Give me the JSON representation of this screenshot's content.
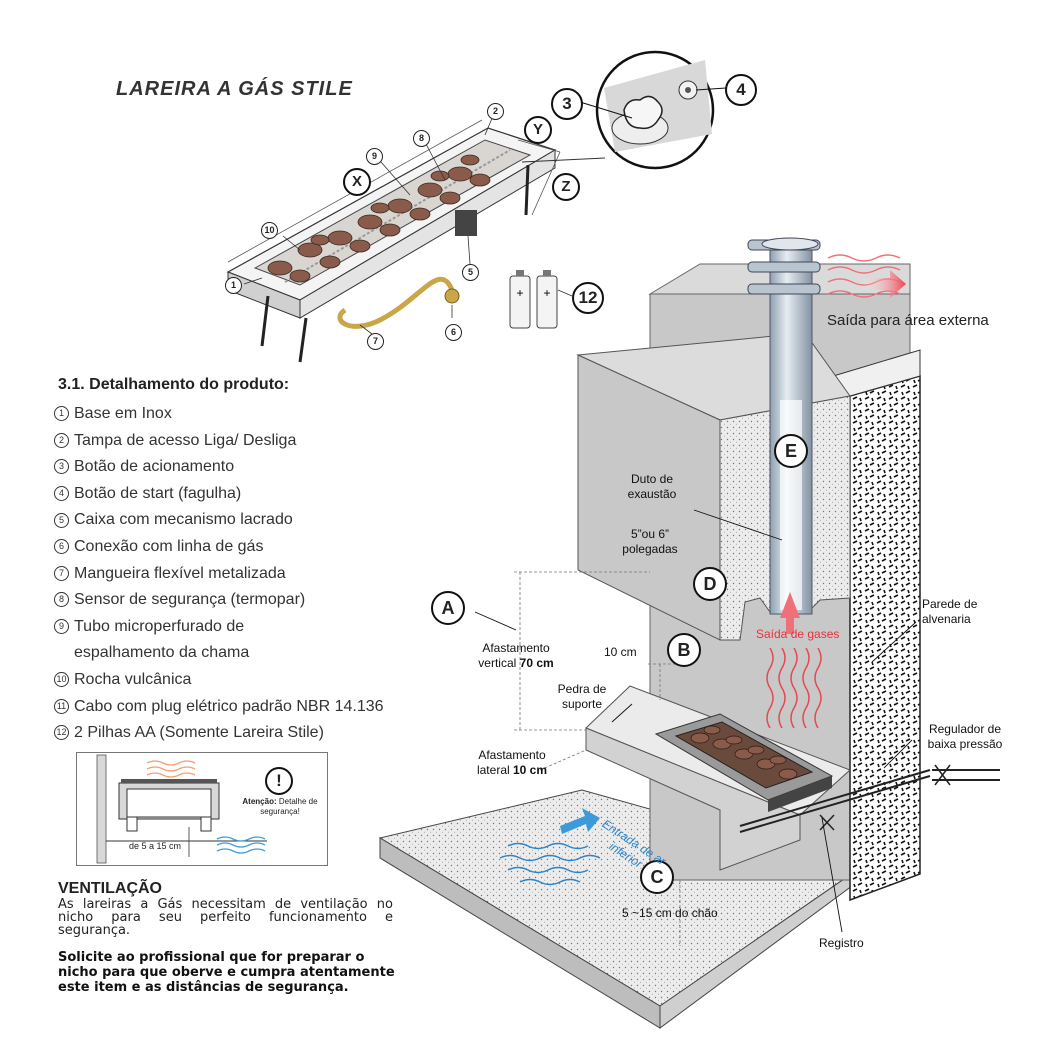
{
  "title": "LAREIRA A GÁS STILE",
  "detail": {
    "heading": "3.1. Detalhamento do produto:",
    "items": [
      {
        "num": "1",
        "text": "Base em Inox"
      },
      {
        "num": "2",
        "text": "Tampa de acesso Liga/ Desliga"
      },
      {
        "num": "3",
        "text": "Botão de acionamento"
      },
      {
        "num": "4",
        "text": "Botão de start (fagulha)"
      },
      {
        "num": "5",
        "text": "Caixa com mecanismo lacrado"
      },
      {
        "num": "6",
        "text": "Conexão com linha de gás"
      },
      {
        "num": "7",
        "text": "Mangueira flexível metalizada"
      },
      {
        "num": "8",
        "text": "Sensor de segurança (termopar)"
      },
      {
        "num": "9",
        "text": "Tubo microperfurado de",
        "cont": "espalhamento da chama"
      },
      {
        "num": "10",
        "text": "Rocha vulcânica"
      },
      {
        "num": "11",
        "text": "Cabo com plug elétrico padrão NBR 14.136"
      },
      {
        "num": "12",
        "text": "2 Pilhas AA (Somente Lareira Stile)"
      }
    ]
  },
  "product_callouts": {
    "n1": "1",
    "n2": "2",
    "n3": "3",
    "n4": "4",
    "n5": "5",
    "n6": "6",
    "n7": "7",
    "n8": "8",
    "n9": "9",
    "n10": "10",
    "n12": "12",
    "x": "X",
    "y": "Y",
    "z": "Z"
  },
  "safety": {
    "warning_icon": "!",
    "attention_bold": "Atenção:",
    "attention_text": "Detalhe de segurança!",
    "measure": "de 5 a 15 cm"
  },
  "ventilation": {
    "heading": "VENTILAÇÃO",
    "body": "As lareiras a Gás necessitam de ventilação no nicho para seu perfeito funcionamento e segurança.",
    "bold": "Solicite ao profissional que for preparar o nicho para que oberve e cumpra atentamente este item e as distâncias de segurança."
  },
  "diagram": {
    "letters": {
      "a": "A",
      "b": "B",
      "c": "C",
      "d": "D",
      "e": "E"
    },
    "exit_external": "Saída para área externa",
    "duct_line1": "Duto de",
    "duct_line2": "exaustão",
    "duct_size1": "5”ou 6”",
    "duct_size2": "polegadas",
    "gas_exit": "Saída de gases",
    "wall_line1": "Parede de",
    "wall_line2": "alvenaria",
    "vertical_line1": "Afastamento",
    "vertical_line2": "vertical",
    "vertical_value": "70 cm",
    "ten_cm": "10 cm",
    "stone_line1": "Pedra de",
    "stone_line2": "suporte",
    "lateral_line1": "Afastamento",
    "lateral_line2": "lateral",
    "lateral_value": "10 cm",
    "air_inlet1": "Entrada de ar",
    "air_inlet2": "inferior",
    "floor_distance": "5 ~15 cm do chão",
    "regulator_line1": "Regulador de",
    "regulator_line2": "baixa pressão",
    "register": "Registro"
  },
  "colors": {
    "red_arrow": "#e8323c",
    "blue_arrow": "#2a84c9",
    "gray_wall": "#c8c8c8",
    "stone": "#8a5a4a"
  }
}
